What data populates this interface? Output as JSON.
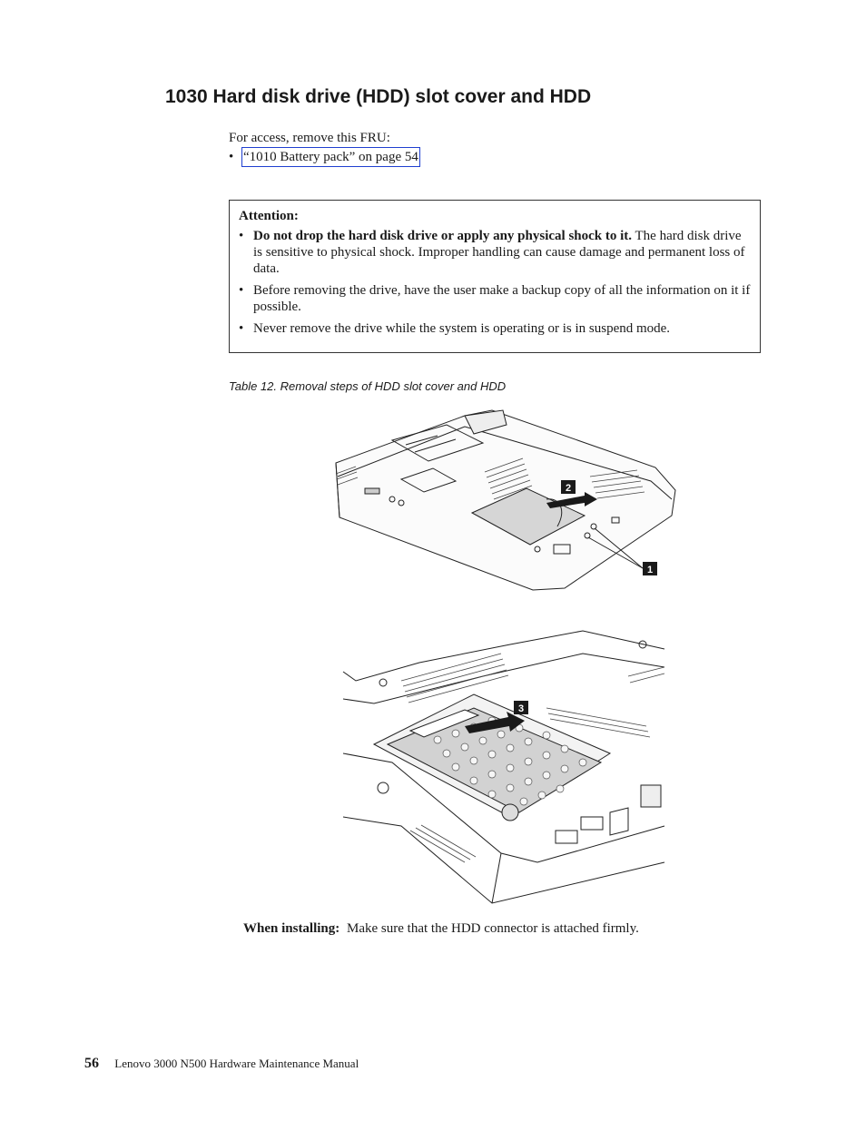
{
  "title": "1030 Hard disk drive (HDD) slot cover and HDD",
  "access": {
    "intro": "For access, remove this FRU:",
    "bullet": "•",
    "link": "“1010 Battery pack” on page 54"
  },
  "attention": {
    "title": "Attention:",
    "item1_bold": "Do not drop the hard disk drive or apply any physical shock to it.",
    "item1_rest": " The hard disk drive is sensitive to physical shock. Improper handling can cause damage and permanent loss of data.",
    "item2": "Before removing the drive, have the user make a backup copy of all the information on it if possible.",
    "item3": "Never remove the drive while the system is operating or is in suspend mode."
  },
  "table_caption": "Table 12. Removal steps of HDD slot cover and HDD",
  "figure1": {
    "callouts": [
      "1",
      "2"
    ]
  },
  "figure2": {
    "callouts": [
      "3"
    ]
  },
  "installing": {
    "label": "When installing:",
    "text": "Make sure that the HDD connector is attached firmly."
  },
  "footer": {
    "page_number": "56",
    "manual_title": "Lenovo 3000 N500 Hardware Maintenance Manual"
  }
}
